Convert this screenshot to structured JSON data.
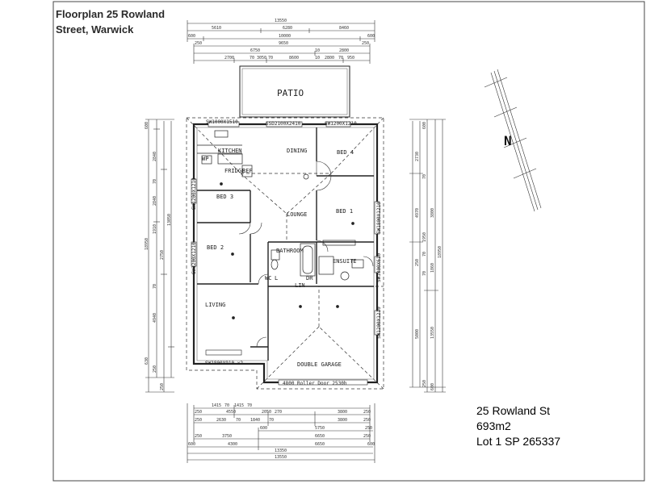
{
  "title": {
    "line1": "Floorplan 25 Rowland",
    "line2": "Street, Warwick"
  },
  "info": {
    "address": "25 Rowland St",
    "area": "693m2",
    "lot": "Lot 1 SP 265337"
  },
  "north_label": "N",
  "rooms": {
    "patio": "PATIO",
    "kitchen": "KITCHEN",
    "dining": "DINING",
    "bed4": "BED 4",
    "fridge": "FRIDGE",
    "bed3": "BED 3",
    "lounge": "LOUNGE",
    "bed1": "BED 1",
    "bed2": "BED 2",
    "bathroom": "BATHROOM",
    "ensuite": "ENSUITE",
    "wc": "WC",
    "l": "L",
    "lin": "LIN",
    "dr": "DR",
    "living": "LIVING",
    "double_garage": "DOUBLE GARAGE",
    "wp": "WP",
    "ref": "REF"
  },
  "windows": {
    "top1": "SW1000X1510",
    "top2": "SSD2100X2410",
    "top3": "SW1200X1210",
    "left1": "SW1200X1210",
    "left2": "SW1200X1210",
    "right1": "SW1800X1210",
    "right2": "SW1000X610",
    "right3": "SW1200X1210",
    "bottom": "SW1800X910 x2",
    "roller": "4800 Roller Door 2530h"
  },
  "dims": {
    "top": {
      "r1": [
        "13550"
      ],
      "r2": [
        "5610",
        "6280",
        "8460"
      ],
      "r3": [
        "600",
        "10000",
        "600"
      ],
      "r4": [
        "250",
        "9650",
        "250"
      ],
      "r5": [
        "6750",
        "10",
        "2800"
      ],
      "r6": [
        "2700",
        "70",
        "3050",
        "70",
        "8600",
        "10",
        "2800",
        "70",
        "950"
      ]
    },
    "bottom": {
      "r1": [
        "1415",
        "70",
        "1415",
        "70"
      ],
      "r2": [
        "250",
        "4550",
        "2050",
        "270",
        "3800",
        "250"
      ],
      "r3": [
        "250",
        "2630",
        "70",
        "1840",
        "70",
        "3800",
        "250"
      ],
      "r4": [
        "600",
        "5750",
        "250"
      ],
      "r5": [
        "250",
        "3750",
        "6650",
        "250"
      ],
      "r6": [
        "600",
        "4300",
        "6650",
        "600"
      ],
      "r7": [
        "13350"
      ],
      "r8": [
        "13550"
      ]
    },
    "left": [
      "600",
      "2840",
      "70",
      "2840",
      "1910",
      "18950",
      "2750",
      "70",
      "4940",
      "630",
      "250",
      "13050",
      "250"
    ],
    "right": [
      "600",
      "2730",
      "70",
      "4970",
      "1950",
      "70",
      "3800",
      "250",
      "70",
      "1860",
      "5000",
      "250",
      "600",
      "18950",
      "13550"
    ]
  }
}
